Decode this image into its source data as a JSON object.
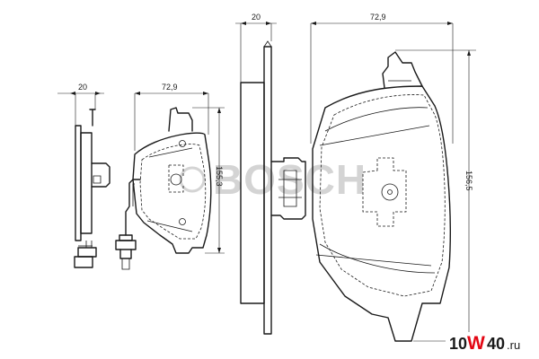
{
  "small_view": {
    "thickness_label": "20",
    "width_label": "72,9",
    "height_label": "155,3"
  },
  "large_view": {
    "thickness_label": "20",
    "width_label": "72,9",
    "height_label": "156,5"
  },
  "watermark": {
    "text": "BOSCH"
  },
  "badge": {
    "part1": "10",
    "part2": "W",
    "part3": "40",
    "part4": ".ru",
    "colors": {
      "main": "#1a1a1a",
      "accent": "#e30613",
      "background": "#ffffff"
    }
  }
}
